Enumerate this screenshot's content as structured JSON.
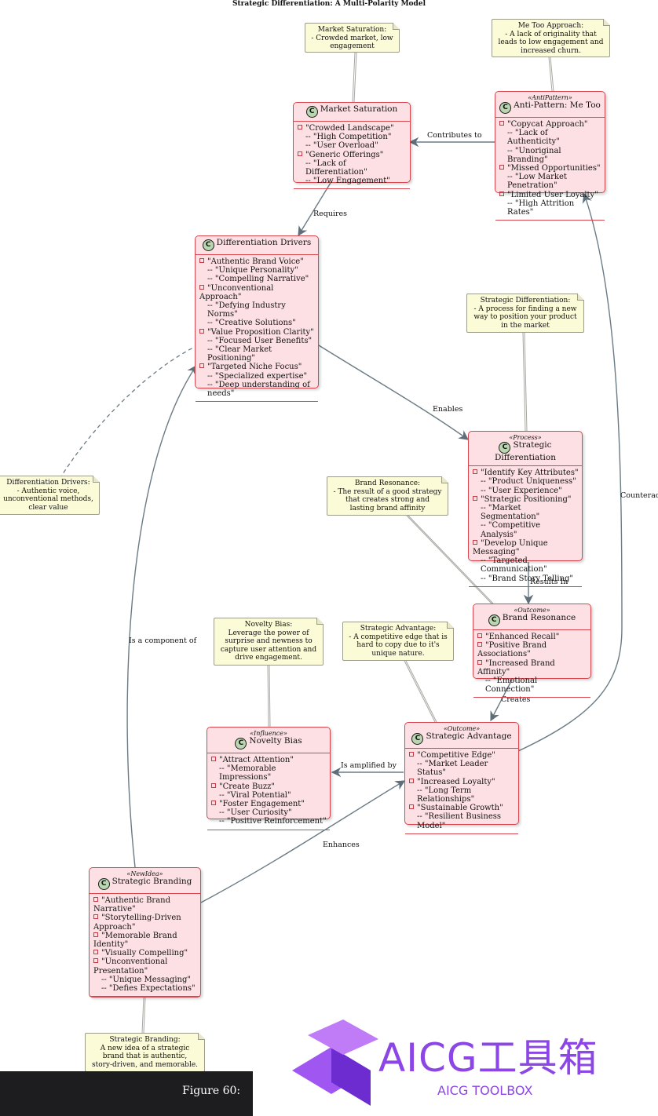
{
  "title": "Strategic Differentiation: A Multi-Polarity Model",
  "classes": {
    "market_saturation": {
      "name": "Market Saturation",
      "stereotype": "",
      "lines": [
        {
          "b": true,
          "t": "\"Crowded Landscape\""
        },
        {
          "b": false,
          "t": "-- \"High Competition\""
        },
        {
          "b": false,
          "t": "-- \"User Overload\""
        },
        {
          "b": true,
          "t": "\"Generic Offerings\""
        },
        {
          "b": false,
          "t": "-- \"Lack of Differentiation\""
        },
        {
          "b": false,
          "t": "-- \"Low Engagement\""
        }
      ]
    },
    "anti_pattern": {
      "name": "Anti-Pattern: Me Too",
      "stereotype": "«AntiPattern»",
      "lines": [
        {
          "b": true,
          "t": "\"Copycat Approach\""
        },
        {
          "b": false,
          "t": "-- \"Lack of Authenticity\""
        },
        {
          "b": false,
          "t": "-- \"Unoriginal Branding\""
        },
        {
          "b": true,
          "t": "\"Missed Opportunities\""
        },
        {
          "b": false,
          "t": "-- \"Low Market Penetration\""
        },
        {
          "b": true,
          "t": "\"Limited User Loyalty\""
        },
        {
          "b": false,
          "t": "-- \"High Attrition Rates\""
        }
      ]
    },
    "differentiation_drivers": {
      "name": "Differentiation Drivers",
      "stereotype": "",
      "lines": [
        {
          "b": true,
          "t": "\"Authentic Brand Voice\""
        },
        {
          "b": false,
          "t": "-- \"Unique Personality\""
        },
        {
          "b": false,
          "t": "-- \"Compelling Narrative\""
        },
        {
          "b": true,
          "t": "\"Unconventional Approach\""
        },
        {
          "b": false,
          "t": "-- \"Defying Industry Norms\""
        },
        {
          "b": false,
          "t": "-- \"Creative Solutions\""
        },
        {
          "b": true,
          "t": "\"Value Proposition Clarity\""
        },
        {
          "b": false,
          "t": "-- \"Focused User Benefits\""
        },
        {
          "b": false,
          "t": "-- \"Clear Market Positioning\""
        },
        {
          "b": true,
          "t": "\"Targeted Niche Focus\""
        },
        {
          "b": false,
          "t": "-- \"Specialized expertise\""
        },
        {
          "b": false,
          "t": "-- \"Deep understanding of needs\""
        }
      ]
    },
    "strategic_differentiation": {
      "name": "Strategic Differentiation",
      "stereotype": "«Process»",
      "lines": [
        {
          "b": true,
          "t": "\"Identify Key Attributes\""
        },
        {
          "b": false,
          "t": "-- \"Product Uniqueness\""
        },
        {
          "b": false,
          "t": "-- \"User Experience\""
        },
        {
          "b": true,
          "t": "\"Strategic Positioning\""
        },
        {
          "b": false,
          "t": "-- \"Market Segmentation\""
        },
        {
          "b": false,
          "t": "-- \"Competitive Analysis\""
        },
        {
          "b": true,
          "t": "\"Develop Unique Messaging\""
        },
        {
          "b": false,
          "t": "-- \"Targeted Communication\""
        },
        {
          "b": false,
          "t": "-- \"Brand Story Telling\""
        }
      ]
    },
    "brand_resonance": {
      "name": "Brand Resonance",
      "stereotype": "«Outcome»",
      "lines": [
        {
          "b": true,
          "t": "\"Enhanced Recall\""
        },
        {
          "b": true,
          "t": "\"Positive Brand Associations\""
        },
        {
          "b": true,
          "t": "\"Increased Brand Affinity\""
        },
        {
          "b": false,
          "t": "-- \"Emotional Connection\""
        }
      ]
    },
    "strategic_advantage": {
      "name": "Strategic Advantage",
      "stereotype": "«Outcome»",
      "lines": [
        {
          "b": true,
          "t": "\"Competitive Edge\""
        },
        {
          "b": false,
          "t": "-- \"Market Leader Status\""
        },
        {
          "b": true,
          "t": "\"Increased Loyalty\""
        },
        {
          "b": false,
          "t": "-- \"Long Term Relationships\""
        },
        {
          "b": true,
          "t": "\"Sustainable Growth\""
        },
        {
          "b": false,
          "t": "-- \"Resilient Business Model\""
        }
      ]
    },
    "novelty_bias": {
      "name": "Novelty Bias",
      "stereotype": "«Influence»",
      "lines": [
        {
          "b": true,
          "t": "\"Attract Attention\""
        },
        {
          "b": false,
          "t": "-- \"Memorable Impressions\""
        },
        {
          "b": true,
          "t": "\"Create Buzz\""
        },
        {
          "b": false,
          "t": "-- \"Viral Potential\""
        },
        {
          "b": true,
          "t": "\"Foster Engagement\""
        },
        {
          "b": false,
          "t": "-- \"User Curiosity\""
        },
        {
          "b": false,
          "t": "-- \"Positive Reinforcement\""
        }
      ]
    },
    "strategic_branding": {
      "name": "Strategic Branding",
      "stereotype": "«NewIdea»",
      "lines": [
        {
          "b": true,
          "t": "\"Authentic Brand Narrative\""
        },
        {
          "b": true,
          "t": "\"Storytelling-Driven Approach\""
        },
        {
          "b": true,
          "t": "\"Memorable Brand Identity\""
        },
        {
          "b": true,
          "t": "\"Visually Compelling\""
        },
        {
          "b": true,
          "t": "\"Unconventional Presentation\""
        },
        {
          "b": false,
          "t": "-- \"Unique Messaging\""
        },
        {
          "b": false,
          "t": "-- \"Defies Expectations\""
        }
      ]
    }
  },
  "notes": {
    "market_saturation": "Market Saturation:\n- Crowded market, low\nengagement",
    "me_too": "Me Too Approach:\n- A lack of originality that\nleads to low engagement and\nincreased churn.",
    "strategic_differentiation": "Strategic Differentiation:\n- A process for finding a new\nway to position your product\nin the market",
    "differentiation_drivers": "Differentiation Drivers:\n- Authentic voice,\nunconventional methods,\nclear value",
    "brand_resonance": "Brand Resonance:\n- The result of a good strategy\nthat creates strong and\nlasting brand affinity",
    "novelty_bias": "Novelty Bias:\nLeverage the power of\nsurprise and newness to\ncapture user attention and\ndrive engagement.",
    "strategic_advantage": "Strategic Advantage:\n- A competitive edge that is\nhard to copy due to it's\nunique nature.",
    "strategic_branding": "Strategic Branding:\nA new idea of a strategic\nbrand that is authentic,\nstory-driven, and memorable."
  },
  "edge_labels": {
    "contributes_to": "Contributes to",
    "requires": "Requires",
    "enables": "Enables",
    "results_in": "Results In",
    "creates": "Creates",
    "is_amplified_by": "Is amplified by",
    "enhances": "Enhances",
    "is_a_component_of": "Is a component of",
    "counteracts": "Counterac"
  },
  "caption": "Figure 60:",
  "watermark": {
    "main": "AICG工具箱",
    "sub": "AICG TOOLBOX"
  }
}
